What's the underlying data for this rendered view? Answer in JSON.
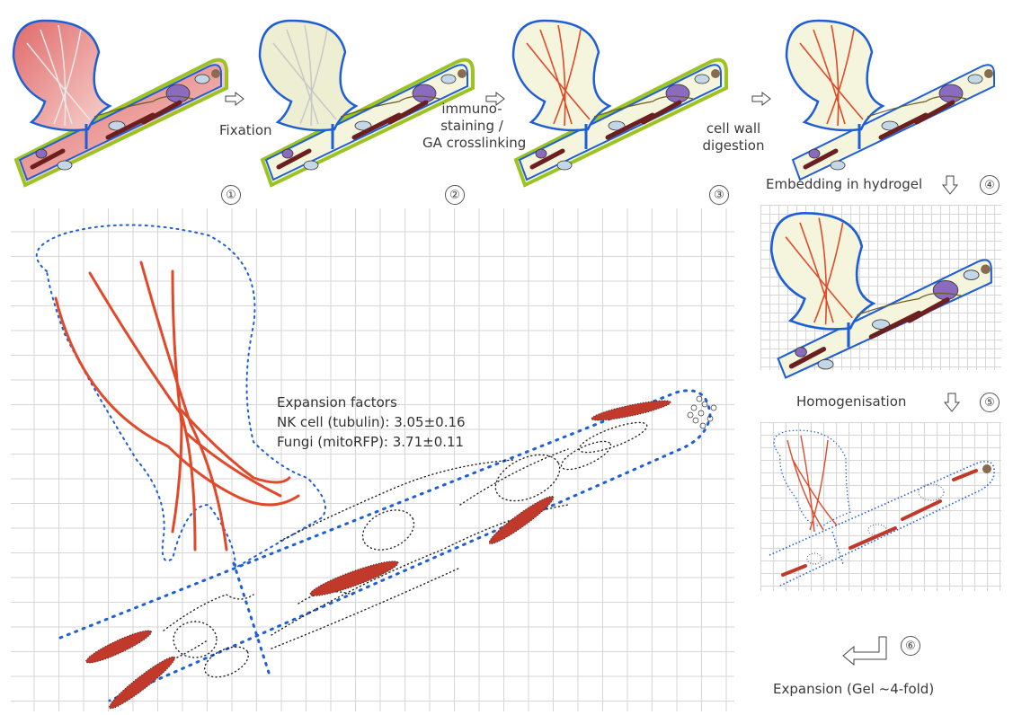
{
  "steps": {
    "fixation": "Fixation",
    "immuno_line1": "immuno-",
    "immuno_line2": "staining /",
    "immuno_line3": "GA crosslinking",
    "cellwall_line1": "cell wall",
    "cellwall_line2": "digestion",
    "embedding": "Embedding in hydrogel",
    "homogenisation": "Homogenisation",
    "expansion": "Expansion (Gel ~4-fold)"
  },
  "step_numbers": [
    "①",
    "②",
    "③",
    "④",
    "⑤",
    "⑥"
  ],
  "expansion_factors": {
    "title": "Expansion factors",
    "nk": "NK cell (tubulin): 3.05±0.16",
    "fungi": "Fungi (mitoRFP): 3.71±0.11"
  },
  "colors": {
    "membrane_blue": "#1f5fd6",
    "wall_green": "#9cc322",
    "nucleus_purple": "#8a6bbd",
    "vacuole_blue": "#c4d7e6",
    "mito_red": "#c0392b",
    "tubulin_red": "#e04a2a",
    "cytoplasm": "#f4f5dc",
    "nk_pink": "#e88a8a"
  }
}
